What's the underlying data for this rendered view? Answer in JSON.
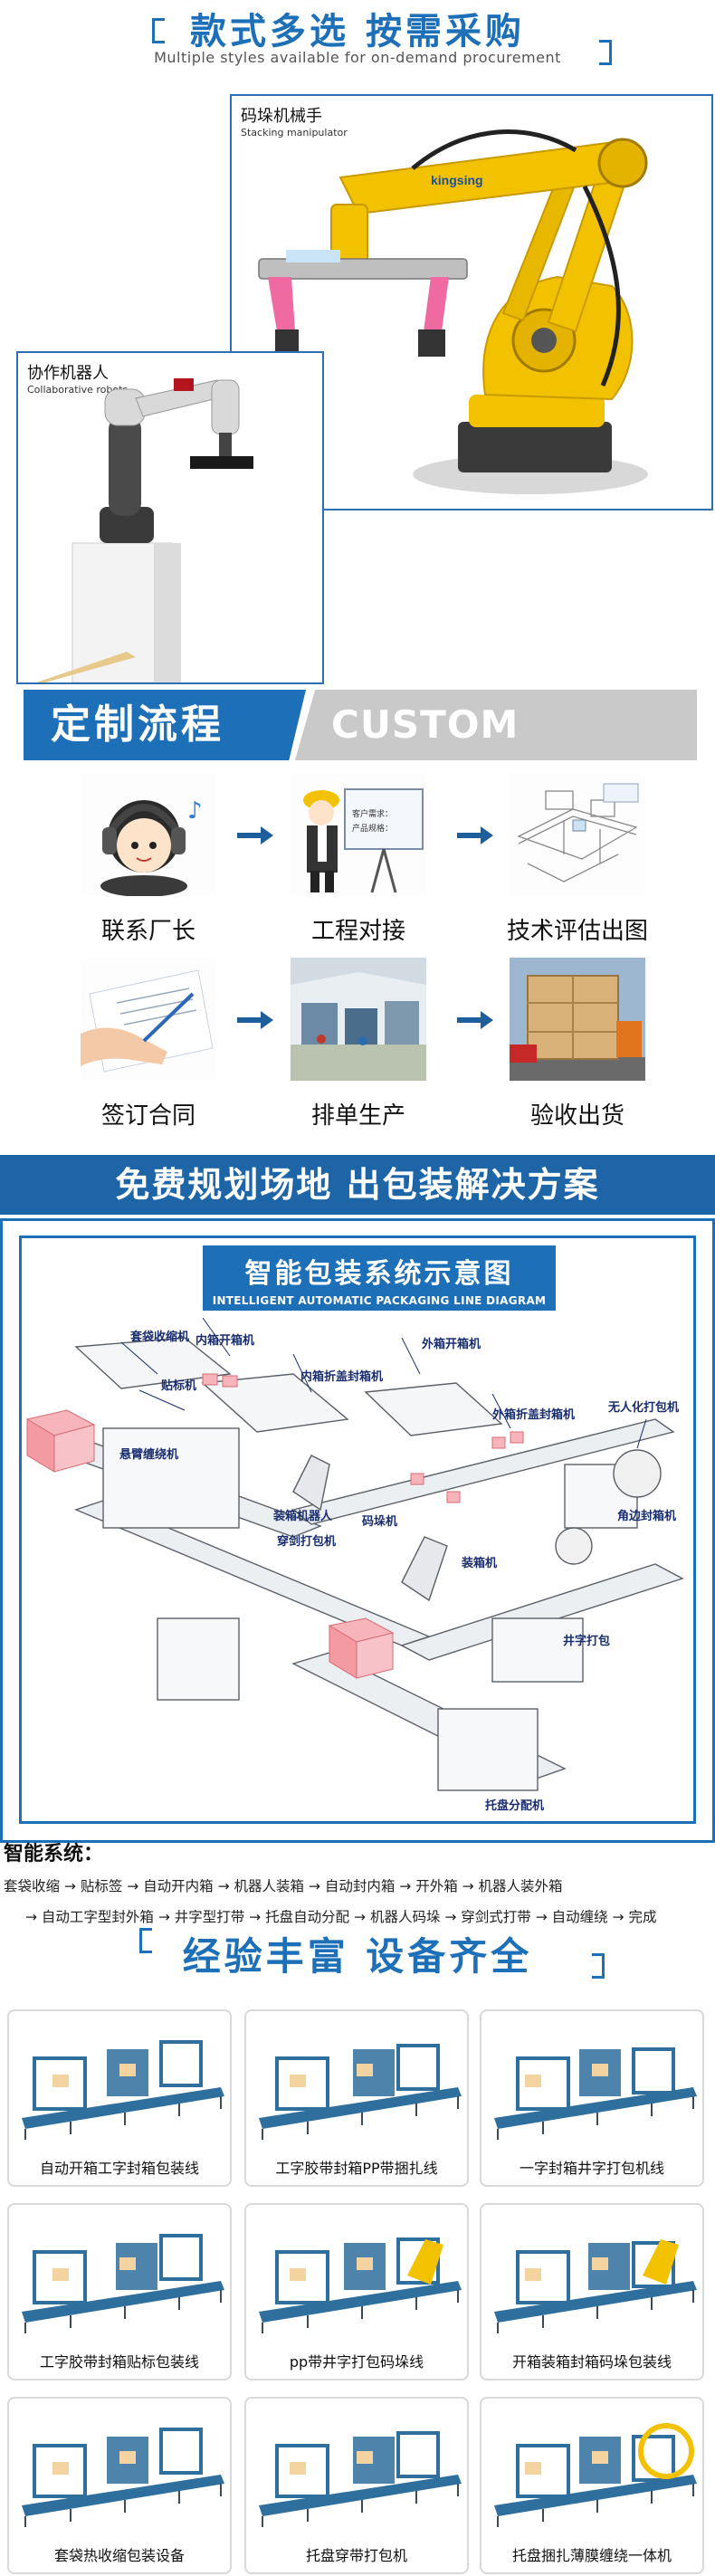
{
  "section_styles": {
    "title": "款式多选 按需采购",
    "subtitle": "Multiple styles available for on-demand procurement",
    "stacking": {
      "cn": "码垛机械手",
      "en": "Stacking manipulator",
      "brand": "kingsing"
    },
    "collab": {
      "cn": "协作机器人",
      "en": "Collaborative robots"
    }
  },
  "section_process": {
    "title_cn": "定制流程",
    "title_en": "CUSTOM PROCESS",
    "steps": [
      {
        "label": "联系厂长"
      },
      {
        "label": "工程对接",
        "board_lines": [
          "客户需求：",
          "产品规格："
        ]
      },
      {
        "label": "技术评估出图"
      },
      {
        "label": "签订合同"
      },
      {
        "label": "排单生产"
      },
      {
        "label": "验收出货"
      }
    ]
  },
  "section_plan": {
    "banner": "免费规划场地 出包装解决方案",
    "diagram_title_cn": "智能包装系统示意图",
    "diagram_title_en": "INTELLIGENT AUTOMATIC PACKAGING LINE DIAGRAM",
    "labels": [
      "套袋收缩机",
      "贴标机",
      "内箱开箱机",
      "内箱折盖封箱机",
      "外箱开箱机",
      "外箱折盖封箱机",
      "无人化打包机",
      "悬臂缠绕机",
      "装箱机器人",
      "码垛机",
      "穿剑打包机",
      "装箱机",
      "角边封箱机",
      "井字打包",
      "托盘分配机"
    ]
  },
  "smart_system": {
    "heading": "智能系统：",
    "line1": "套袋收缩 → 贴标签 → 自动开内箱 → 机器人装箱 → 自动封内箱 → 开外箱 → 机器人装外箱",
    "line2": "→ 自动工字型封外箱 → 井字型打带 → 托盘自动分配 → 机器人码垛 → 穿剑式打带 → 自动缠绕 → 完成"
  },
  "section_equipment": {
    "title": "经验丰富 设备齐全",
    "products": [
      "自动开箱工字封箱包装线",
      "工字胶带封箱PP带捆扎线",
      "一字封箱井字打包机线",
      "工字胶带封箱贴标包装线",
      "pp带井字打包码垛线",
      "开箱装箱封箱码垛包装线",
      "套袋热收缩包装设备",
      "托盘穿带打包机",
      "托盘捆扎薄膜缠绕一体机"
    ]
  },
  "colors": {
    "accent": "#1d6fb8",
    "robot_yellow": "#f2c200",
    "machine_blue": "#2f6f9e",
    "grey_banner": "#c9c9c9"
  }
}
